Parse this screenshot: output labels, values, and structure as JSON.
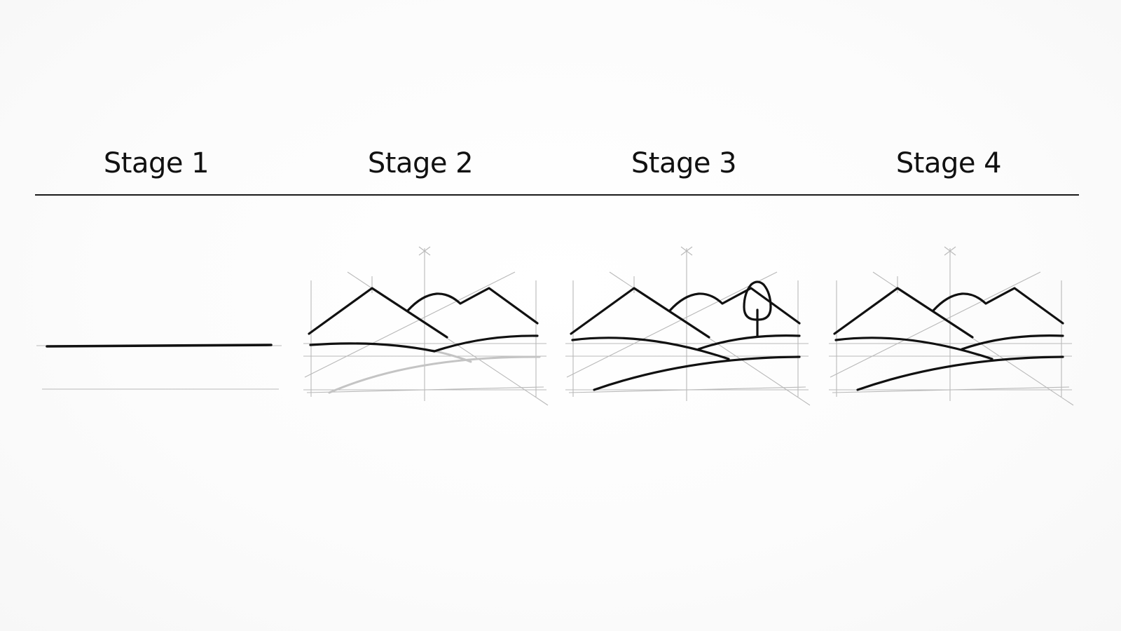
{
  "stages": [
    {
      "title": "Stage 1"
    },
    {
      "title": "Stage 2"
    },
    {
      "title": "Stage 3"
    },
    {
      "title": "Stage 4"
    }
  ],
  "colors": {
    "ink": "#111111",
    "guide": "#b9b9b9",
    "faint": "#c4c4c4",
    "background": "#fbfbfb"
  }
}
